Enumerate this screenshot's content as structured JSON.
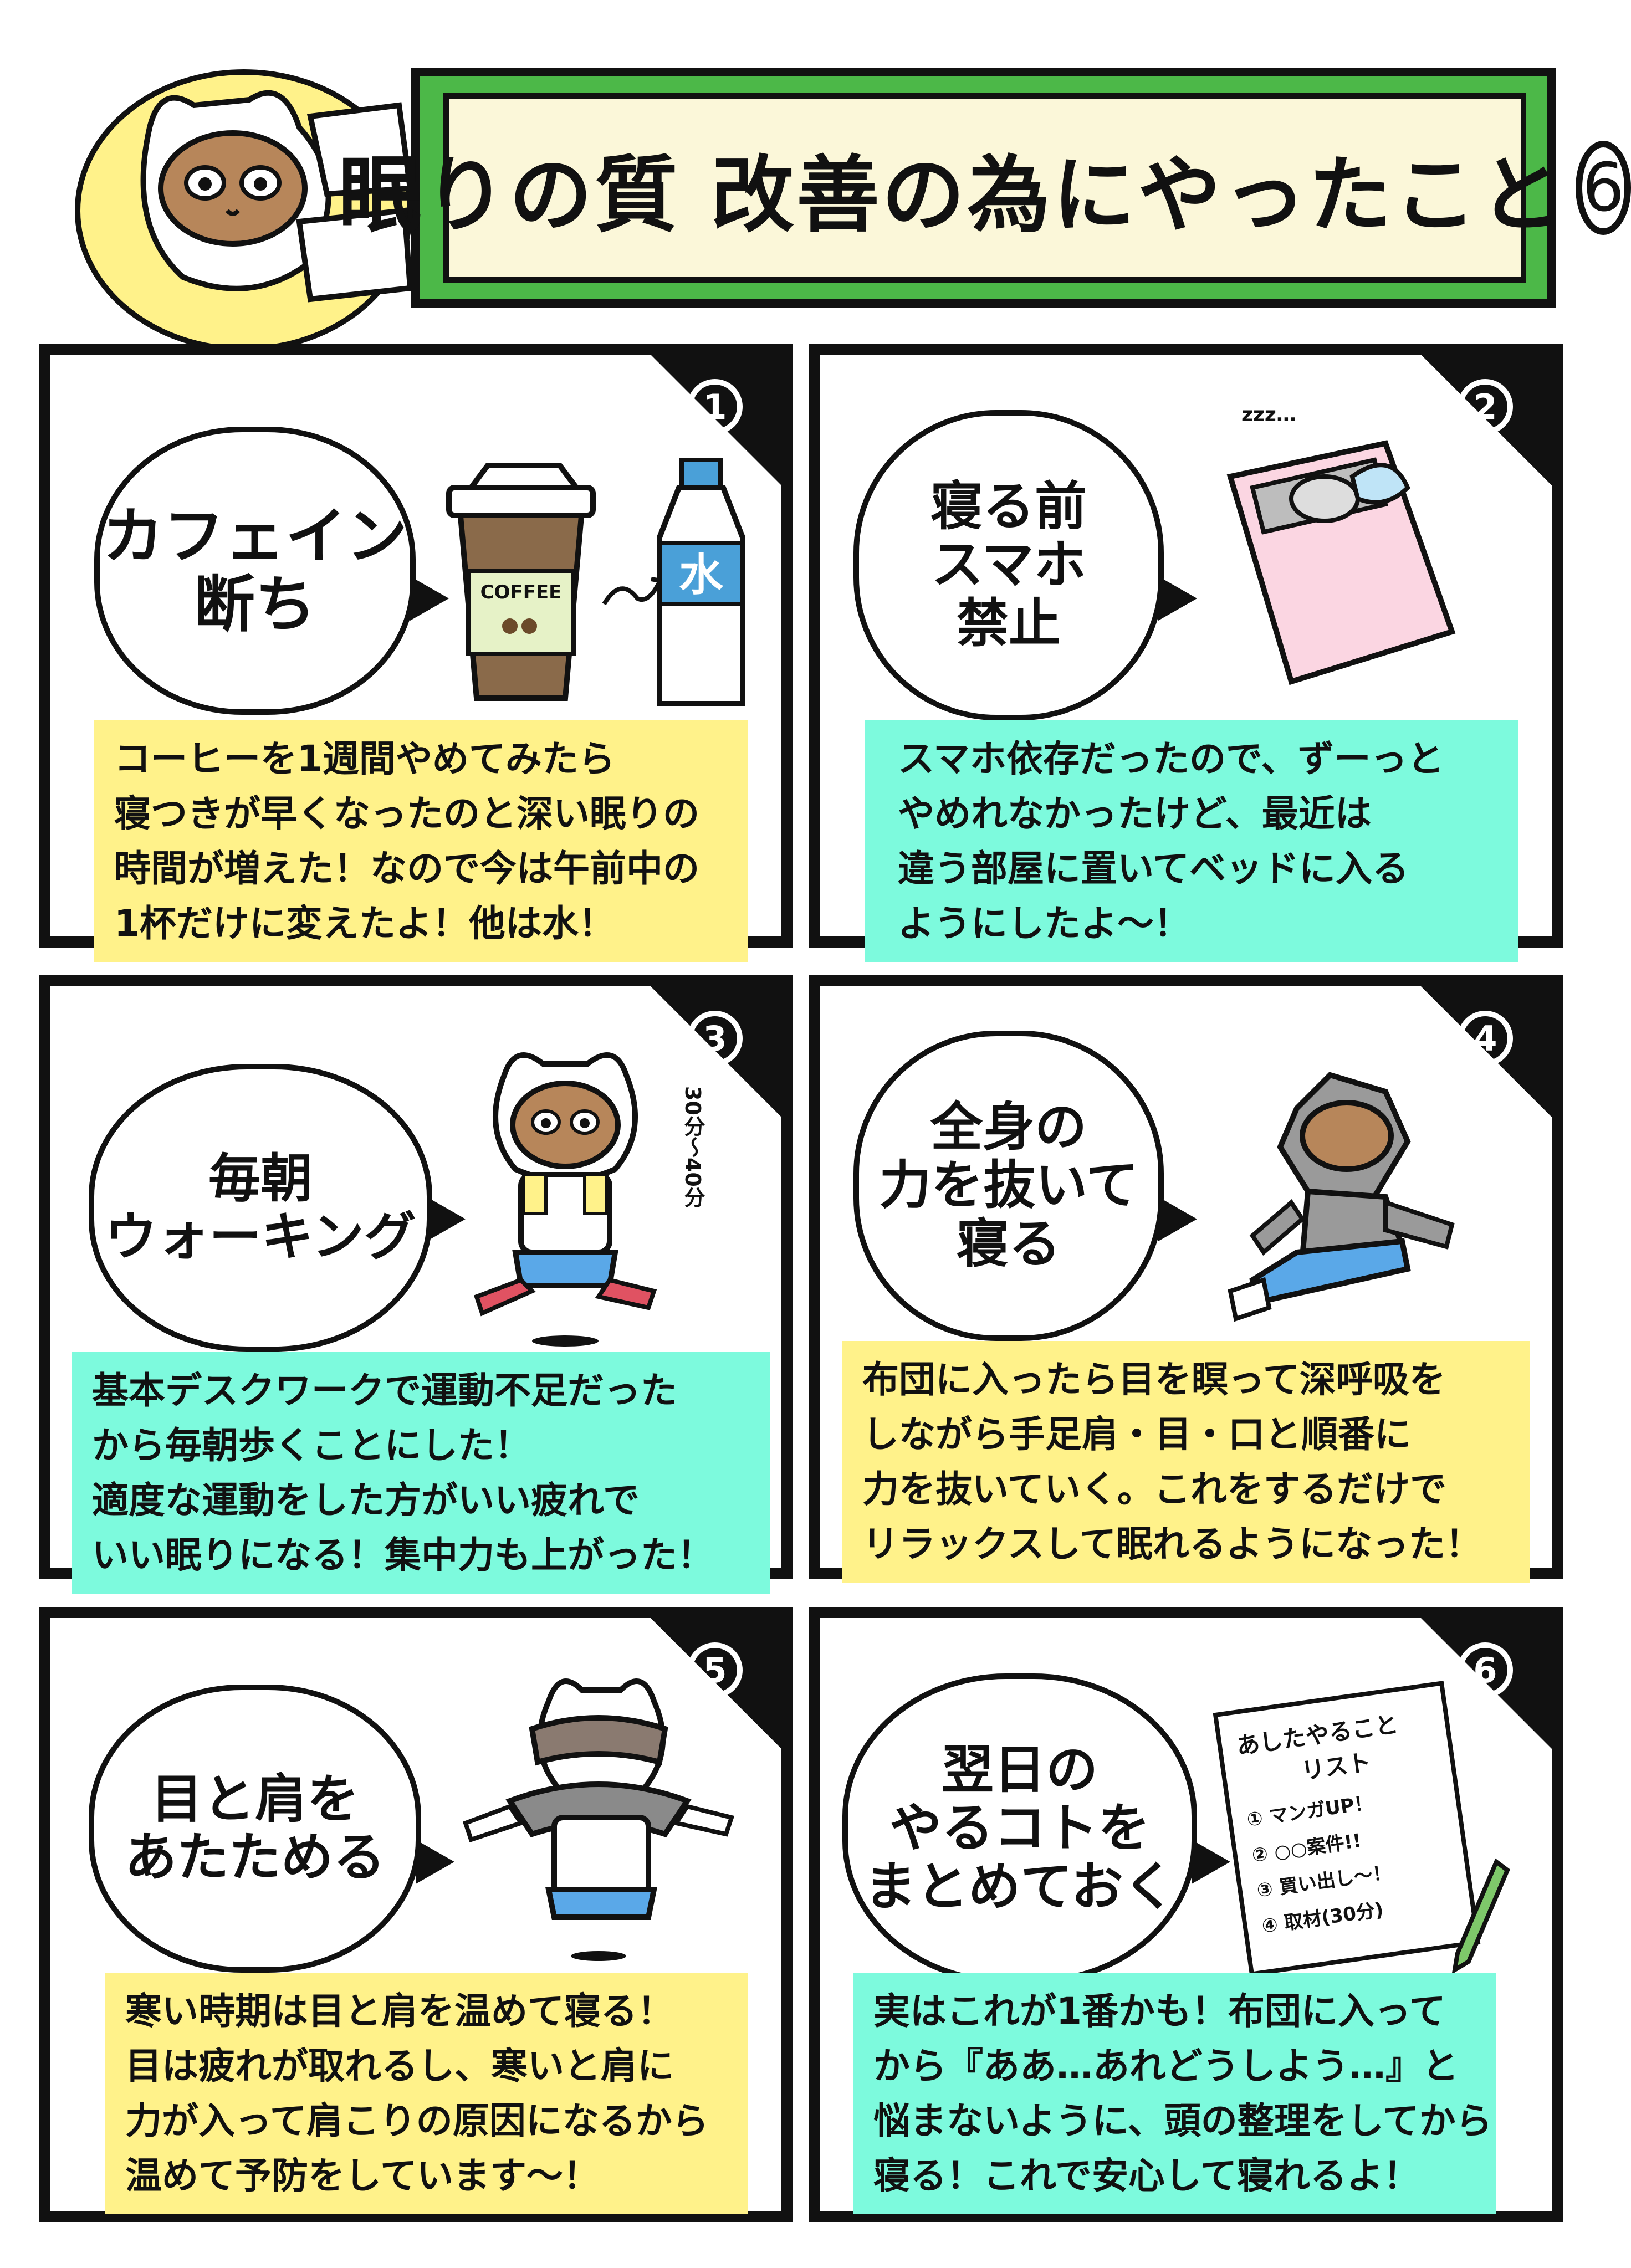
{
  "header": {
    "title": "眠りの質 改善の為にやったこと",
    "number": "6"
  },
  "panels": [
    {
      "number": "1",
      "bubble": "カフェイン\n断ち",
      "illustration_text": "COFFEE",
      "bottle_text": "水",
      "caption": [
        "コーヒーを1週間やめてみたら",
        "寝つきが早くなったのと深い眠りの",
        "時間が増えた！なので今は午前中の",
        "1杯だけに変えたよ！他は水！"
      ]
    },
    {
      "number": "2",
      "bubble": "寝る前\nスマホ\n禁止",
      "illustration_text": "zzz…",
      "caption": [
        "スマホ依存だったので、ずーっと",
        "やめれなかったけど、最近は",
        "違う部屋に置いてベッドに入る",
        "ようにしたよ〜！"
      ]
    },
    {
      "number": "3",
      "bubble": "毎朝\nウォーキング",
      "illustration_text": "30分〜40分",
      "caption": [
        "基本デスクワークで運動不足だった",
        "から毎朝歩くことにした！",
        "適度な運動をした方がいい疲れで",
        "いい眠りになる！集中力も上がった！"
      ]
    },
    {
      "number": "4",
      "bubble": "全身の\n力を抜いて\n寝る",
      "caption": [
        "布団に入ったら目を瞑って深呼吸を",
        "しながら手足肩・目・口と順番に",
        "力を抜いていく。これをするだけで",
        "リラックスして眠れるようになった！"
      ]
    },
    {
      "number": "5",
      "bubble": "目と肩を\nあたためる",
      "caption": [
        "寒い時期は目と肩を温めて寝る！",
        "目は疲れが取れるし、寒いと肩に",
        "力が入って肩こりの原因になるから",
        "温めて予防をしています〜！"
      ]
    },
    {
      "number": "6",
      "bubble": "翌日の\nやるコトを\nまとめておく",
      "note": {
        "title": "あしたやること",
        "subtitle": "リスト",
        "items": [
          "① マンガUP！",
          "② ○○案件!!",
          "③ 買い出し〜！",
          "④ 取材(30分)"
        ]
      },
      "caption": [
        "実はこれが1番かも！布団に入って",
        "から『ああ…あれどうしよう…』と",
        "悩まないように、頭の整理をしてから",
        "寝る！これで安心して寝れるよ！"
      ]
    }
  ],
  "colors": {
    "title_green": "#4cb848",
    "title_cream": "#fbf7d9",
    "caption_yellow": "#fff28a",
    "caption_mint": "#7dfadd",
    "character_yellow": "#fff28a"
  }
}
